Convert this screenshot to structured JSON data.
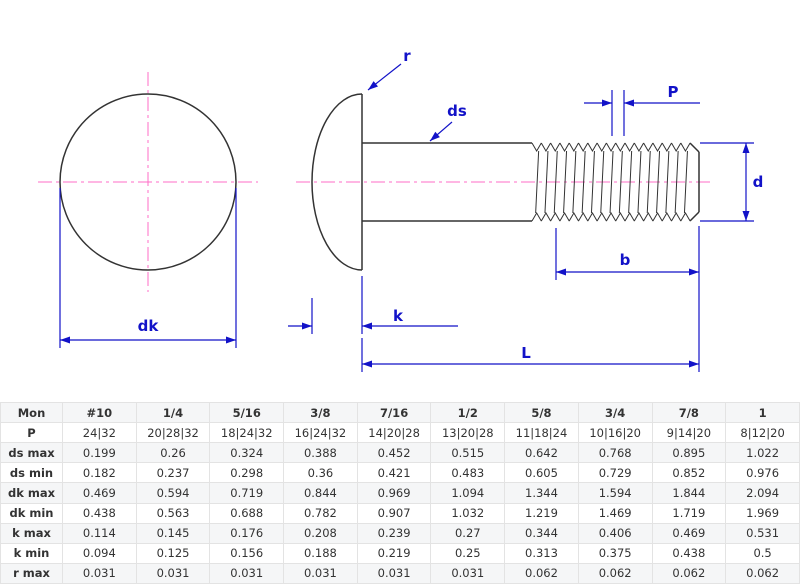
{
  "drawing": {
    "labels": {
      "dk": "dk",
      "r": "r",
      "ds": "ds",
      "p": "P",
      "d": "d",
      "b": "b",
      "k": "k",
      "l": "L"
    }
  },
  "colors": {
    "dimension": "#1212c8",
    "centerline": "#ff6ec7",
    "outline": "#333333"
  },
  "table": {
    "rows": [
      {
        "label": "Mon",
        "values": [
          "#10",
          "1/4",
          "5/16",
          "3/8",
          "7/16",
          "1/2",
          "5/8",
          "3/4",
          "7/8",
          "1"
        ]
      },
      {
        "label": "P",
        "values": [
          "24|32",
          "20|28|32",
          "18|24|32",
          "16|24|32",
          "14|20|28",
          "13|20|28",
          "11|18|24",
          "10|16|20",
          "9|14|20",
          "8|12|20"
        ]
      },
      {
        "label": "ds max",
        "values": [
          "0.199",
          "0.26",
          "0.324",
          "0.388",
          "0.452",
          "0.515",
          "0.642",
          "0.768",
          "0.895",
          "1.022"
        ]
      },
      {
        "label": "ds min",
        "values": [
          "0.182",
          "0.237",
          "0.298",
          "0.36",
          "0.421",
          "0.483",
          "0.605",
          "0.729",
          "0.852",
          "0.976"
        ]
      },
      {
        "label": "dk max",
        "values": [
          "0.469",
          "0.594",
          "0.719",
          "0.844",
          "0.969",
          "1.094",
          "1.344",
          "1.594",
          "1.844",
          "2.094"
        ]
      },
      {
        "label": "dk min",
        "values": [
          "0.438",
          "0.563",
          "0.688",
          "0.782",
          "0.907",
          "1.032",
          "1.219",
          "1.469",
          "1.719",
          "1.969"
        ]
      },
      {
        "label": "k max",
        "values": [
          "0.114",
          "0.145",
          "0.176",
          "0.208",
          "0.239",
          "0.27",
          "0.344",
          "0.406",
          "0.469",
          "0.531"
        ]
      },
      {
        "label": "k min",
        "values": [
          "0.094",
          "0.125",
          "0.156",
          "0.188",
          "0.219",
          "0.25",
          "0.313",
          "0.375",
          "0.438",
          "0.5"
        ]
      },
      {
        "label": "r max",
        "values": [
          "0.031",
          "0.031",
          "0.031",
          "0.031",
          "0.031",
          "0.031",
          "0.062",
          "0.062",
          "0.062",
          "0.062"
        ]
      }
    ]
  }
}
